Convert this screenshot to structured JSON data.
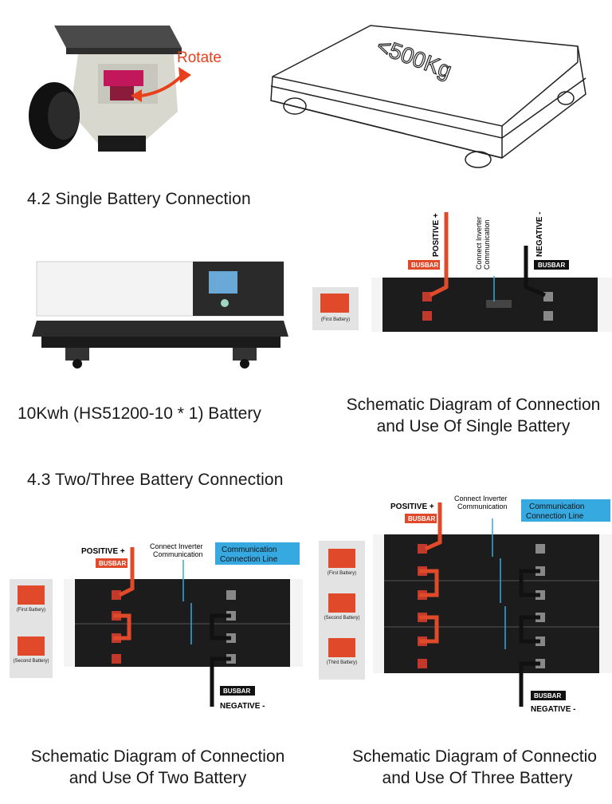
{
  "top": {
    "rotate_label": "Rotate",
    "load_label": "<500Kg"
  },
  "section_single": {
    "heading": "4.2 Single Battery Connection",
    "battery_caption": "10Kwh (HS51200-10 * 1) Battery",
    "diagram_caption_line1": "Schematic Diagram of Connection",
    "diagram_caption_line2": "and Use Of Single Battery",
    "positive_label": "POSITIVE +",
    "negative_label": "NEGATIVE -",
    "busbar_label": "BUSBAR",
    "comm_label_line1": "Connect Inverter",
    "comm_label_line2": "Communication",
    "dip_first": "(First Battery)"
  },
  "section_multi": {
    "heading": "4.3 Two/Three Battery Connection",
    "two": {
      "positive_label": "POSITIVE +",
      "busbar_top": "BUSBAR",
      "comm_label_line1": "Connect Inverter",
      "comm_label_line2": "Communication",
      "comm_line_label_line1": "Communication",
      "comm_line_label_line2": "Connection Line",
      "busbar_bottom": "BUSBAR",
      "negative_label": "NEGATIVE -",
      "dip_first": "(First Battery)",
      "dip_second": "(Second Battery)",
      "caption_line1": "Schematic Diagram of Connection",
      "caption_line2": "and Use Of Two Battery"
    },
    "three": {
      "positive_label": "POSITIVE +",
      "busbar_top": "BUSBAR",
      "comm_label_line1": "Connect Inverter",
      "comm_label_line2": "Communication",
      "comm_line_label_line1": "Communication",
      "comm_line_label_line2": "Connection Line",
      "busbar_bottom": "BUSBAR",
      "negative_label": "NEGATIVE -",
      "dip_first": "(First Battery)",
      "dip_second": "(Second Battery)",
      "dip_third": "(Third Battery)",
      "caption_line1": "Schematic Diagram of Connectio",
      "caption_line2": "and Use Of Three Battery"
    }
  },
  "colors": {
    "accent_red": "#e8401c",
    "busbar_red": "#e04a2a",
    "comm_blue": "#37a9e1",
    "battery_dark": "#1c1c1c",
    "battery_white": "#f4f4f4"
  }
}
